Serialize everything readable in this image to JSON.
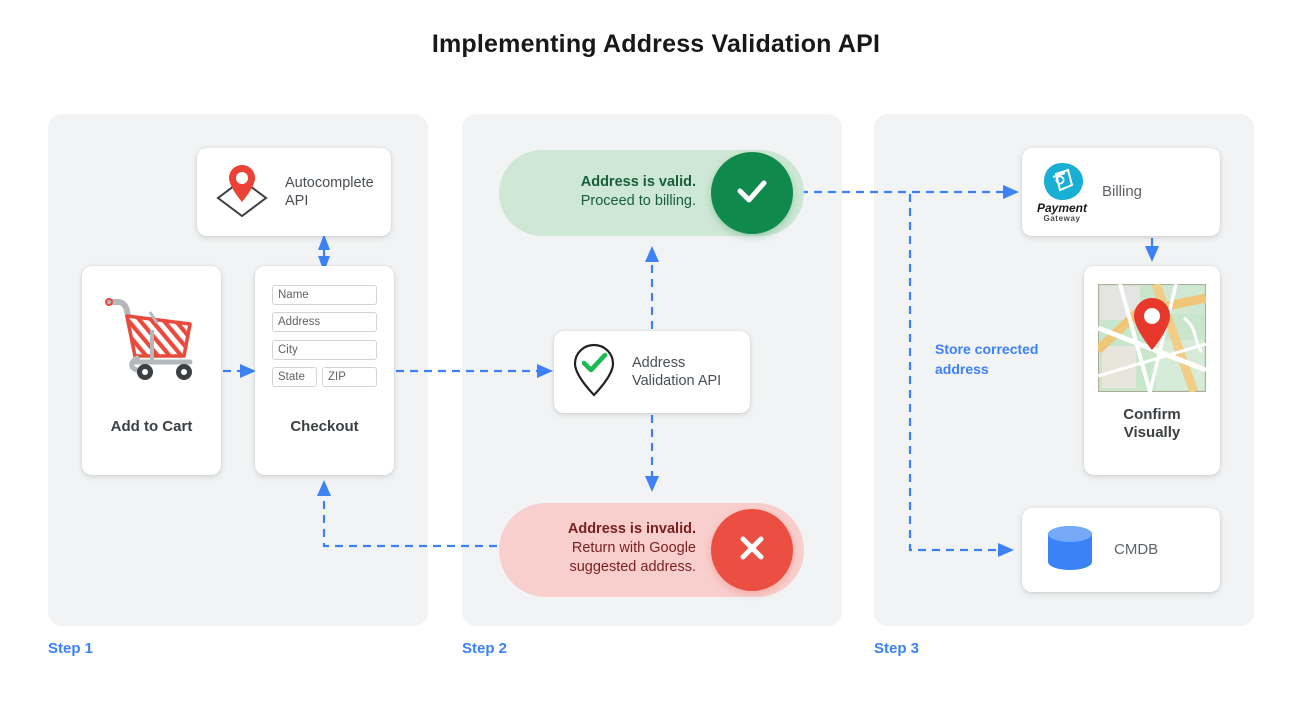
{
  "title": "Implementing Address Validation API",
  "accent_blue": "#3c82f6",
  "steps": [
    {
      "label": "Step 1"
    },
    {
      "label": "Step 2"
    },
    {
      "label": "Step 3"
    }
  ],
  "step1": {
    "add_to_cart": {
      "label": "Add to Cart",
      "icon": "shopping-cart-icon"
    },
    "autocomplete": {
      "label": "Autocomplete\nAPI",
      "line1": "Autocomplete",
      "line2": "API",
      "icon": "map-pin-envelope-icon"
    },
    "checkout": {
      "label": "Checkout",
      "fields": [
        {
          "name": "name",
          "placeholder": "Name"
        },
        {
          "name": "address",
          "placeholder": "Address"
        },
        {
          "name": "city",
          "placeholder": "City"
        },
        {
          "name": "state",
          "placeholder": "State"
        },
        {
          "name": "zip",
          "placeholder": "ZIP"
        }
      ]
    }
  },
  "step2": {
    "valid": {
      "line1": "Address is valid.",
      "line2": "Proceed to billing.",
      "badge_icon": "check-icon",
      "pill_color": "#cfe8d5",
      "badge_color": "#108a4c",
      "text_color": "#16603a"
    },
    "invalid": {
      "line1": "Address is invalid.",
      "line2": "Return with Google",
      "line3": "suggested address.",
      "badge_icon": "close-icon",
      "pill_color": "#f8cfcd",
      "badge_color": "#ea4f42",
      "text_color": "#7a1f20"
    },
    "validation_api": {
      "line1": "Address",
      "line2": "Validation API",
      "icon": "pin-check-icon"
    }
  },
  "step3": {
    "billing": {
      "label": "Billing",
      "icon": "payment-gateway-logo",
      "logo_line1": "Payment",
      "logo_line2": "Gateway"
    },
    "confirm": {
      "line1": "Confirm",
      "line2": "Visually",
      "icon": "map-thumbnail-icon"
    },
    "cmdb": {
      "label": "CMDB",
      "icon": "database-icon"
    },
    "store_note": "Store corrected address"
  }
}
